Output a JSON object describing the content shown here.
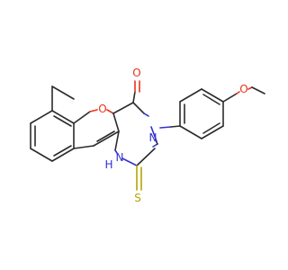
{
  "molecule": {
    "atoms": [
      {
        "id": "O1",
        "symbol": "O",
        "color": "#e8331e"
      },
      {
        "id": "O2",
        "symbol": "O",
        "color": "#e8331e"
      },
      {
        "id": "N3",
        "symbol": "N",
        "color": "#2f2fd0"
      },
      {
        "id": "NH",
        "symbol": "N",
        "hydrogen": "H",
        "color": "#2f2fd0"
      },
      {
        "id": "S",
        "symbol": "S",
        "color": "#b3a300"
      },
      {
        "id": "OMe",
        "symbol": "O",
        "color": "#e8331e"
      }
    ]
  }
}
